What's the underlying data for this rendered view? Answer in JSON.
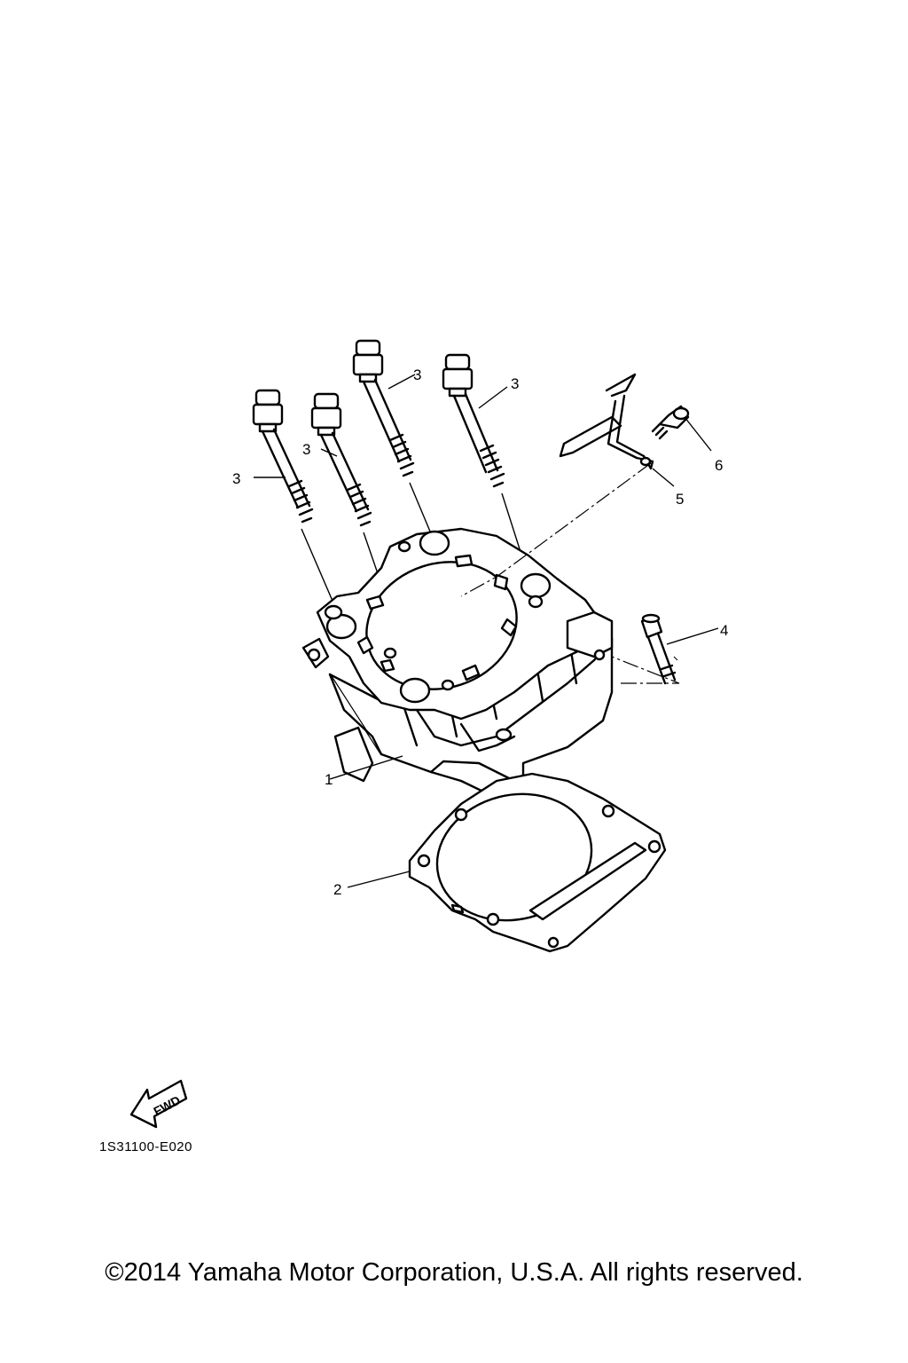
{
  "callouts": {
    "c1": "1",
    "c2": "2",
    "c3a": "3",
    "c3b": "3",
    "c3c": "3",
    "c3d": "3",
    "c4": "4",
    "c5": "5",
    "c6": "6"
  },
  "fwd_label": "FWD",
  "drawing_code": "1S31100-E020",
  "copyright": "©2014 Yamaha Motor Corporation, U.S.A. All rights reserved."
}
